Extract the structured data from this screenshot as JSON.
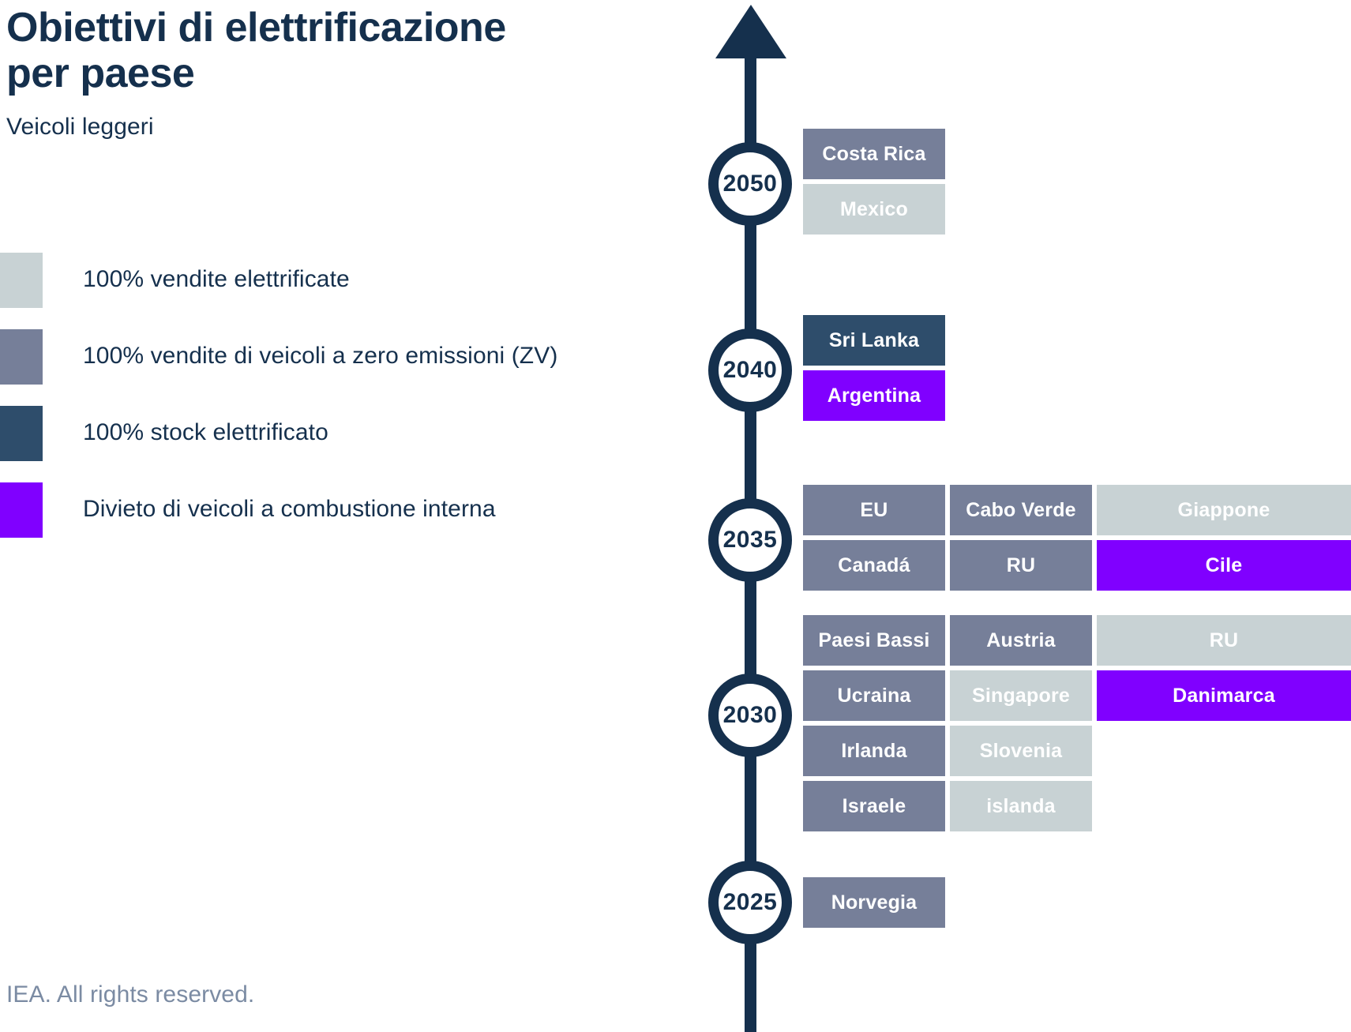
{
  "header": {
    "title": "Obiettivi di elettrificazione\nper paese",
    "subtitle": "Veicoli leggeri"
  },
  "legend": {
    "items": [
      {
        "label": "100% vendite elettrificate",
        "color": "#c8d2d4",
        "key": "sales"
      },
      {
        "label": "100% vendite di veicoli a zero emissioni (ZV)",
        "color": "#767f99",
        "key": "zev"
      },
      {
        "label": "100% stock elettrificato",
        "color": "#2e4d6b",
        "key": "stock"
      },
      {
        "label": "Divieto di veicoli a combustione interna",
        "color": "#8000ff",
        "key": "ice-ban"
      }
    ]
  },
  "timeline": {
    "axis_color": "#15304d",
    "years": [
      {
        "year": "2050",
        "columns": [
          [
            {
              "name": "Costa Rica",
              "category": "zev"
            },
            {
              "name": "Mexico",
              "category": "sales"
            }
          ]
        ]
      },
      {
        "year": "2040",
        "columns": [
          [
            {
              "name": "Sri Lanka",
              "category": "stock"
            },
            {
              "name": "Argentina",
              "category": "ice-ban"
            }
          ]
        ]
      },
      {
        "year": "2035",
        "columns": [
          [
            {
              "name": "EU",
              "category": "zev"
            },
            {
              "name": "Canadá",
              "category": "zev"
            }
          ],
          [
            {
              "name": "Cabo Verde",
              "category": "zev"
            },
            {
              "name": "RU",
              "category": "zev"
            }
          ],
          [
            {
              "name": "Giappone",
              "category": "sales"
            },
            {
              "name": "Cile",
              "category": "ice-ban"
            }
          ]
        ]
      },
      {
        "year": "2030",
        "columns": [
          [
            {
              "name": "Paesi Bassi",
              "category": "zev"
            },
            {
              "name": "Ucraina",
              "category": "zev"
            },
            {
              "name": "Irlanda",
              "category": "zev"
            },
            {
              "name": "Israele",
              "category": "zev"
            }
          ],
          [
            {
              "name": "Austria",
              "category": "zev"
            },
            {
              "name": "Singapore",
              "category": "sales"
            },
            {
              "name": "Slovenia",
              "category": "sales"
            },
            {
              "name": "islanda",
              "category": "sales"
            }
          ],
          [
            {
              "name": "RU",
              "category": "sales"
            },
            {
              "name": "Danimarca",
              "category": "ice-ban"
            }
          ]
        ]
      },
      {
        "year": "2025",
        "columns": [
          [
            {
              "name": "Norvegia",
              "category": "zev"
            }
          ]
        ]
      }
    ]
  },
  "footer": {
    "note": "IEA. All rights reserved."
  }
}
